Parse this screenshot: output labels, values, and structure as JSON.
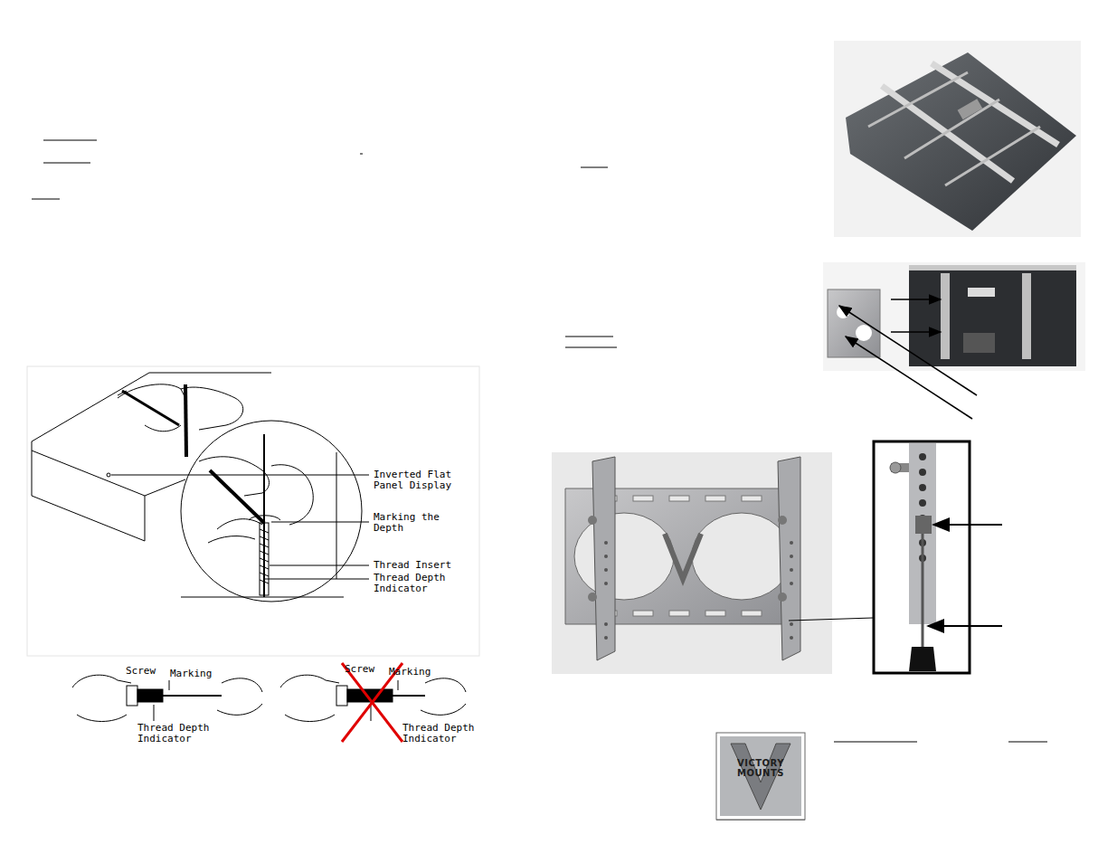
{
  "diagram": {
    "labels": [
      "Inverted Flat Panel Display",
      "Marking the Depth",
      "Thread Insert",
      "Thread Depth Indicator",
      "Screw",
      "Marking",
      "Thread Depth Indicator",
      "Screw",
      "Marking",
      "Thread Depth Indicator",
      "VICTORY MOUNTS"
    ]
  }
}
